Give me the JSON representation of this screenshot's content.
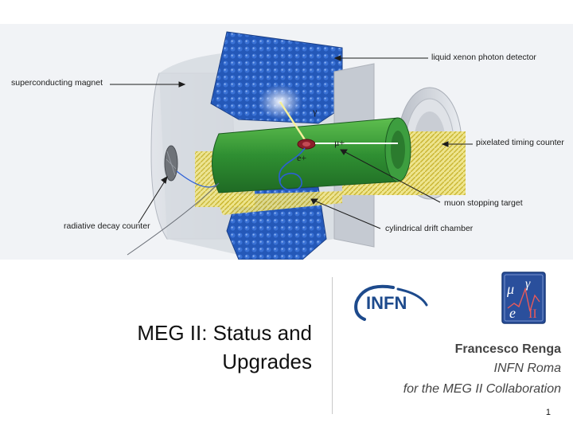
{
  "figure": {
    "labels": {
      "superconducting_magnet": "superconducting magnet",
      "liquid_xenon": "liquid xenon photon detector",
      "pixelated_timing": "pixelated timing counter",
      "muon_target": "muon stopping target",
      "drift_chamber": "cylindrical drift chamber",
      "radiative_decay": "radiative decay counter"
    },
    "particles": {
      "gamma": "γ",
      "muon": "μ+",
      "positron": "e+"
    }
  },
  "title": {
    "line1": "MEG II: Status and",
    "line2": "Upgrades"
  },
  "logos": {
    "infn_text": "INFN",
    "meg_mu": "μ",
    "meg_gamma": "γ",
    "meg_e": "e",
    "meg_roman": "II"
  },
  "author": {
    "name": "Francesco Renga",
    "institution": "INFN Roma",
    "collaboration": "for the MEG II Collaboration"
  },
  "page_number": "1",
  "colors": {
    "figure_bg": "#f1f3f6",
    "xenon_blue": "#1f4fa8",
    "chamber_green": "#3c9b3c",
    "timing_yellow": "#e6d84a",
    "infn_blue": "#1d4a8c",
    "meg_logo_blue": "#2a4f9c"
  }
}
